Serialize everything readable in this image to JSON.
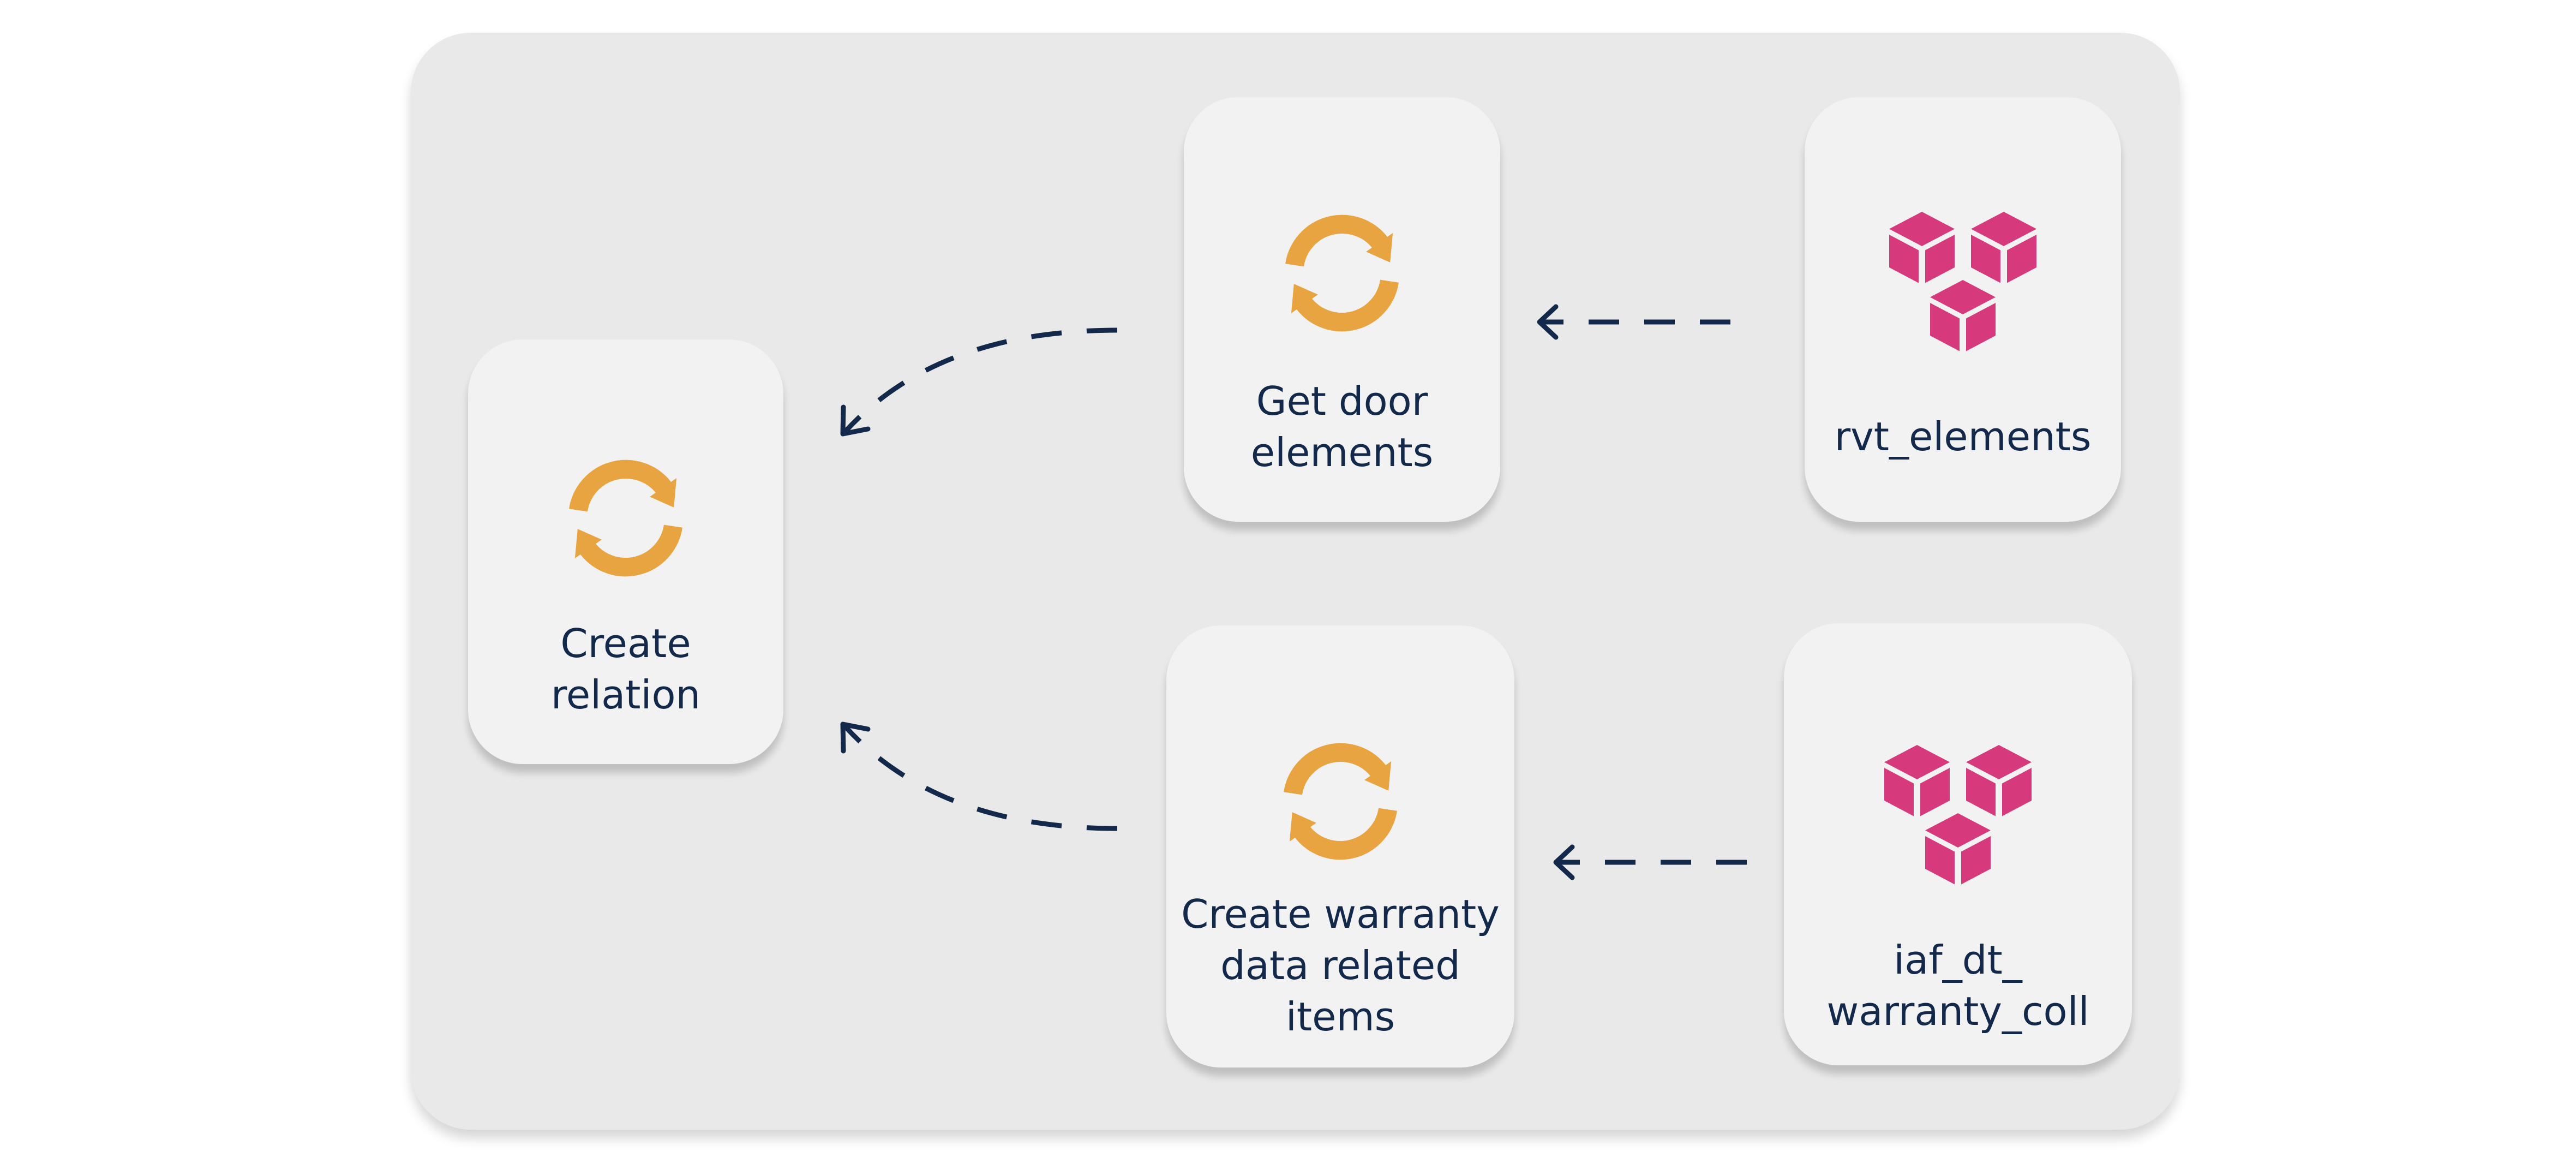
{
  "colors": {
    "panel": "#e9e9e9",
    "card": "#f2f2f2",
    "process_icon": "#e8a440",
    "dataset_icon": "#d63a7c",
    "text": "#13294b",
    "connector": "#13294b"
  },
  "nodes": {
    "create_relation": {
      "label": "Create\nrelation",
      "icon": "refresh-icon"
    },
    "get_door_elements": {
      "label": "Get door\nelements",
      "icon": "refresh-icon"
    },
    "create_warranty_items": {
      "label": "Create warranty\ndata related\nitems",
      "icon": "refresh-icon"
    },
    "rvt_elements": {
      "label": "rvt_elements",
      "icon": "cubes-icon"
    },
    "iaf_dt_warranty_coll": {
      "label": "iaf_dt_\nwarranty_coll",
      "icon": "cubes-icon"
    }
  },
  "edges": [
    {
      "from": "rvt_elements",
      "to": "get_door_elements",
      "style": "dashed"
    },
    {
      "from": "iaf_dt_warranty_coll",
      "to": "create_warranty_items",
      "style": "dashed"
    },
    {
      "from": "get_door_elements",
      "to": "create_relation",
      "style": "dashed"
    },
    {
      "from": "create_warranty_items",
      "to": "create_relation",
      "style": "dashed"
    }
  ]
}
